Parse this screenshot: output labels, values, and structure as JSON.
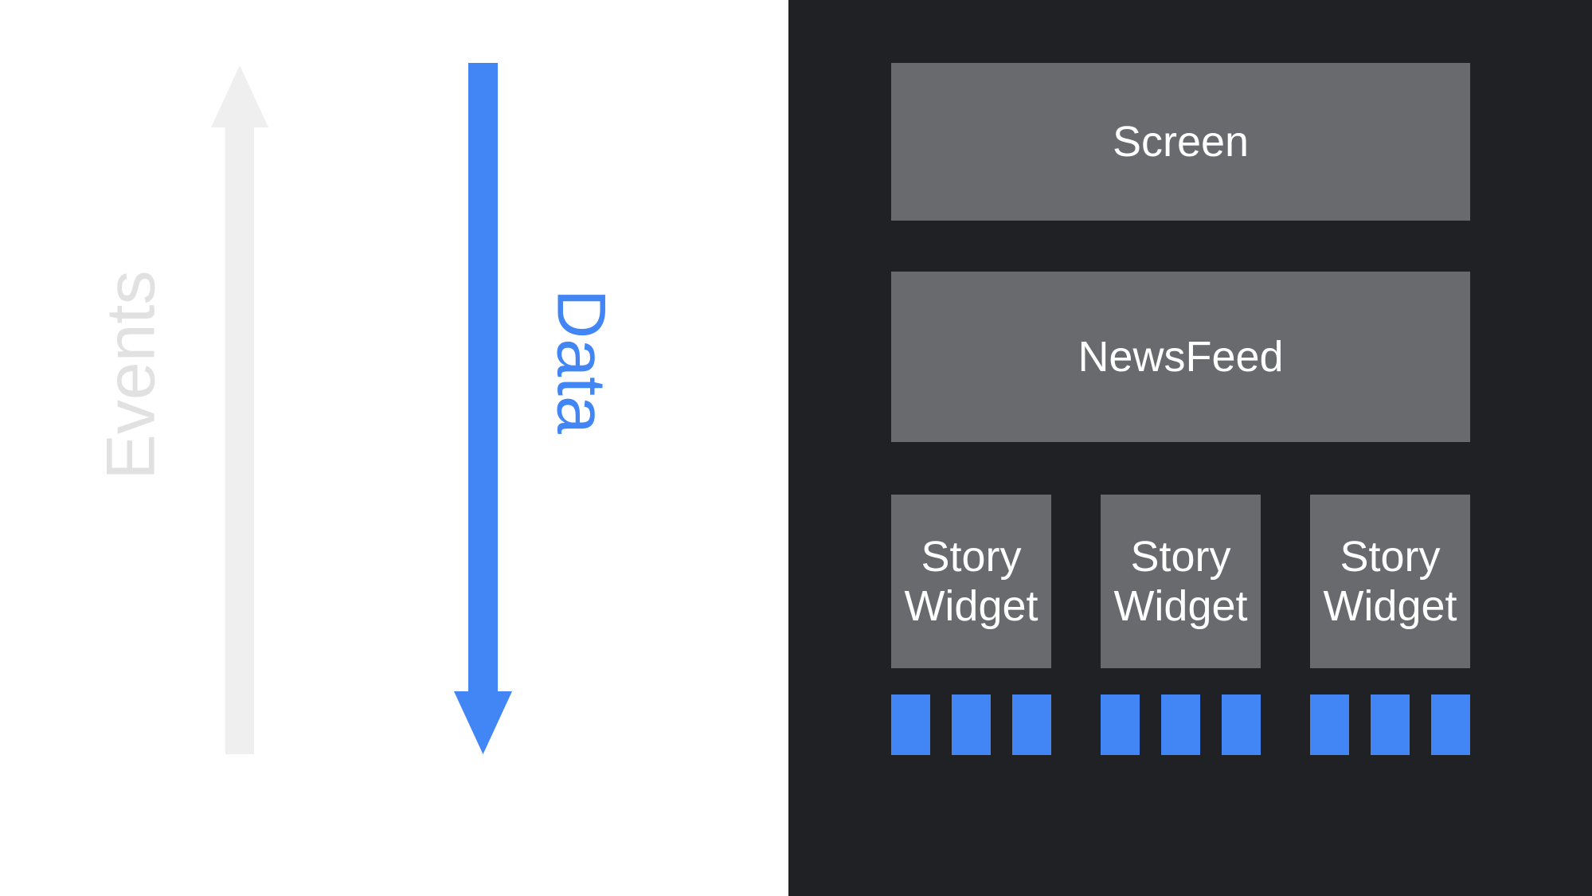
{
  "diagram": {
    "left": {
      "events_label": "Events",
      "data_label": "Data",
      "events_arrow_direction": "up",
      "data_arrow_direction": "down"
    },
    "panel": {
      "screen_label": "Screen",
      "newsfeed_label": "NewsFeed",
      "story_widgets": [
        {
          "label": "Story Widget"
        },
        {
          "label": "Story Widget"
        },
        {
          "label": "Story Widget"
        }
      ],
      "squares_per_widget": 3
    },
    "colors": {
      "left_background": "#FFFFFF",
      "panel_background": "#202124",
      "box_gray": "#696A6D",
      "box_text": "#FFFFFF",
      "accent_blue": "#4285F4",
      "events_text_gray": "#E1E1E1",
      "events_arrow_gray": "#EFEFEF"
    }
  }
}
